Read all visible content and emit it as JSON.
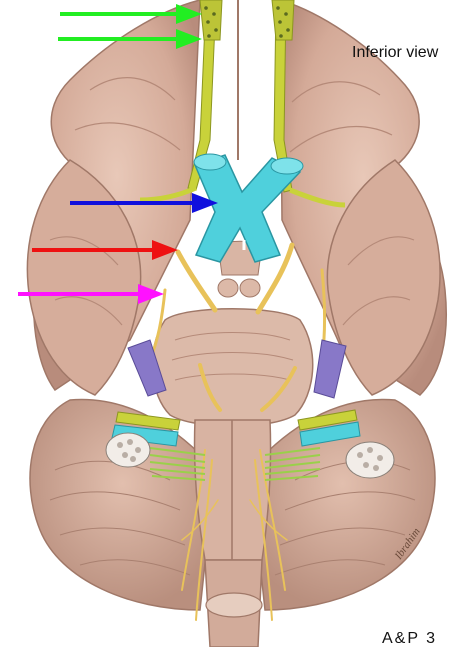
{
  "view_label": "Inferior view",
  "corner_text": "A&P 3",
  "signature_text": "Ibrahim",
  "colors": {
    "olfactory_arrow": "#22ee22",
    "optic_chiasm_arrow": "#1010dd",
    "oculomotor_arrow": "#ee1111",
    "trochlear_arrow": "#ff11ff",
    "olfactory_tract": "#c9d23a",
    "optic_chiasm": "#4fd0dc",
    "cranial_nerve": "#e8c25a",
    "trigeminal": "#8878c8",
    "vestibulocochlear": "#7ad6e0",
    "vagus": "#9ad04a",
    "brain_tissue": "#d9b3a3"
  }
}
